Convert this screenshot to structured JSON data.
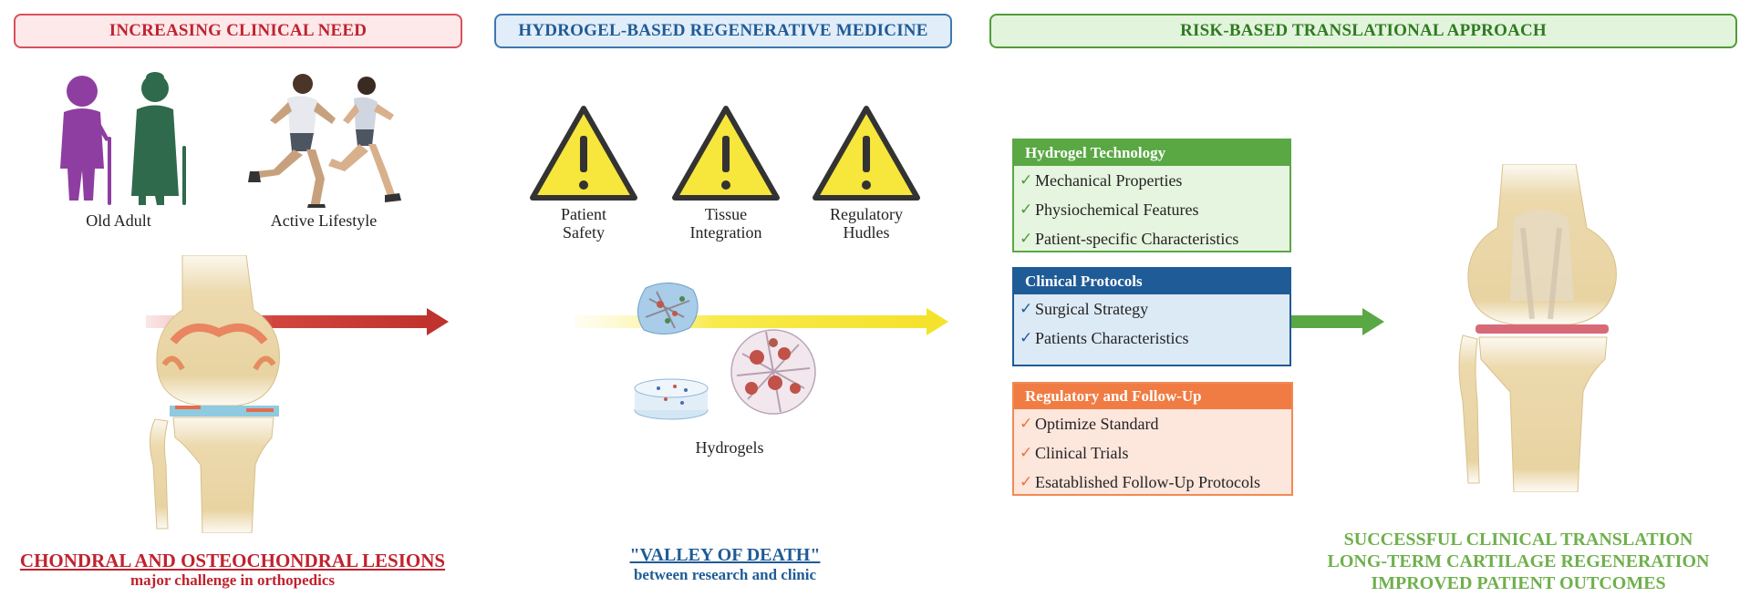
{
  "headers": {
    "clinical_need": "INCREASING CLINICAL NEED",
    "regenerative": "HYDROGEL-BASED REGENERATIVE MEDICINE",
    "translational": "RISK-BASED TRANSLATIONAL APPROACH"
  },
  "people": {
    "old_adult": "Old Adult",
    "active": "Active Lifestyle"
  },
  "warnings": {
    "w1": [
      "Patient",
      "Safety"
    ],
    "w2": [
      "Tissue",
      "Integration"
    ],
    "w3": [
      "Regulatory",
      "Hudles"
    ]
  },
  "hydrogels_label": "Hydrogels",
  "boxes": {
    "hydrogel_tech": {
      "title": "Hydrogel Technology",
      "items": [
        "Mechanical Properties",
        "Physiochemical Features",
        "Patient-specific Characteristics"
      ]
    },
    "clinical_protocols": {
      "title": "Clinical Protocols",
      "items": [
        "Surgical Strategy",
        "Patients Characteristics"
      ]
    },
    "regulatory": {
      "title": "Regulatory and Follow-Up",
      "items": [
        "Optimize Standard",
        "Clinical Trials",
        "Esatablished Follow-Up Protocols"
      ]
    }
  },
  "check_mark": "✓",
  "bottom": {
    "lesions_title": "CHONDRAL AND OSTEOCHONDRAL LESIONS",
    "lesions_sub": "major challenge in orthopedics",
    "valley_title": "\"VALLEY OF DEATH\"",
    "valley_sub": "between research and clinic",
    "outcomes": [
      "SUCCESSFUL CLINICAL TRANSLATION",
      "LONG-TERM CARTILAGE REGENERATION",
      "IMPROVED PATIENT OUTCOMES"
    ]
  },
  "colors": {
    "red": "#c0222e",
    "blue": "#1f5b96",
    "green": "#5aa844",
    "orange": "#f07c43",
    "yellow": "#f7e63b",
    "bone": "#ecd9ac"
  }
}
